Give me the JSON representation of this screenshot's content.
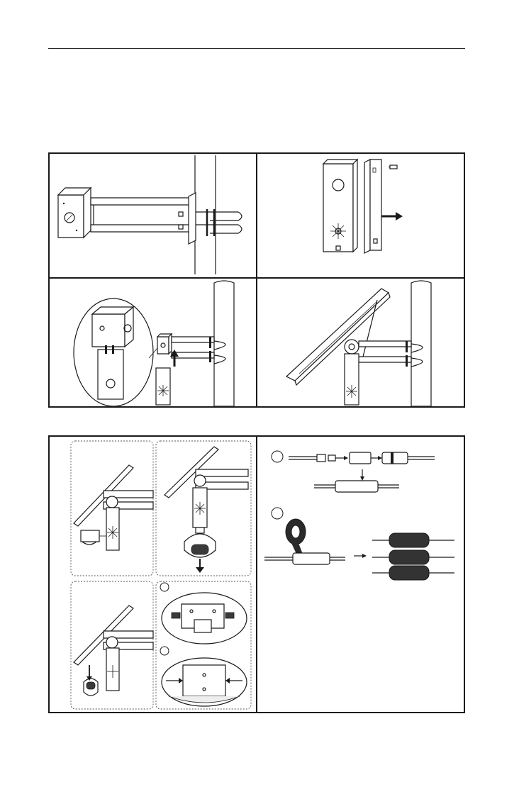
{
  "figure": {
    "top_panels": [
      "box-bracket-on-pole",
      "bracket-plate-removal",
      "pole-box-attach-detail",
      "solar-panel-mounted"
    ],
    "bottom_panels": [
      "camera-mount-on-bracket",
      "camera-lowered",
      "side-mount-with-detail",
      "cable-connection",
      "tape-wrap"
    ]
  }
}
